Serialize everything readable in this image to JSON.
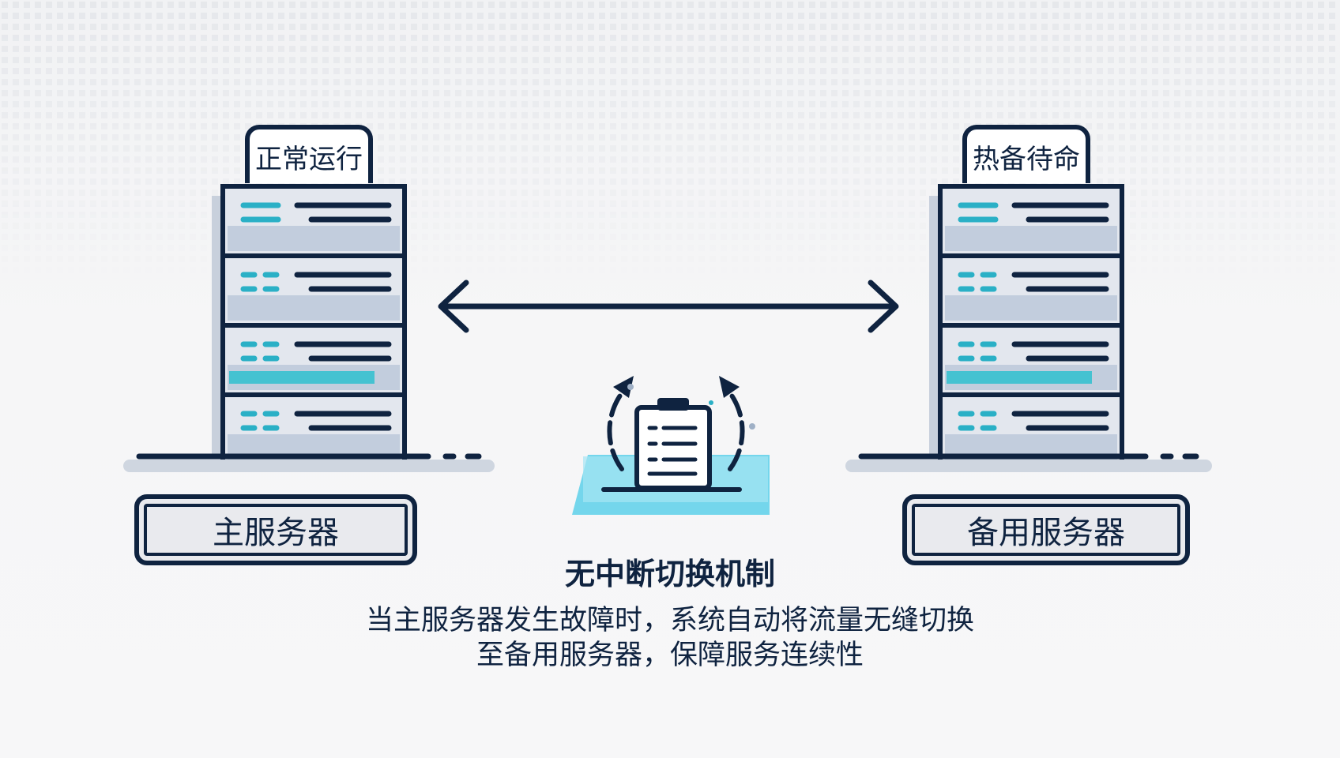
{
  "primary": {
    "status": "正常运行",
    "label": "主服务器"
  },
  "backup": {
    "status": "热备待命",
    "label": "备用服务器"
  },
  "mechanism": {
    "title": "无中断切换机制",
    "description_line1": "当主服务器发生故障时，系统自动将流量无缝切换",
    "description_line2": "至备用服务器，保障服务连续性"
  },
  "icons": [
    "server-rack-icon",
    "bidirectional-arrow-icon",
    "failover-switch-icon"
  ],
  "colors": {
    "navy": "#0f2340",
    "teal": "#2ab0c6",
    "cyan": "#4fd3ea",
    "slate": "#9fb0c6"
  }
}
